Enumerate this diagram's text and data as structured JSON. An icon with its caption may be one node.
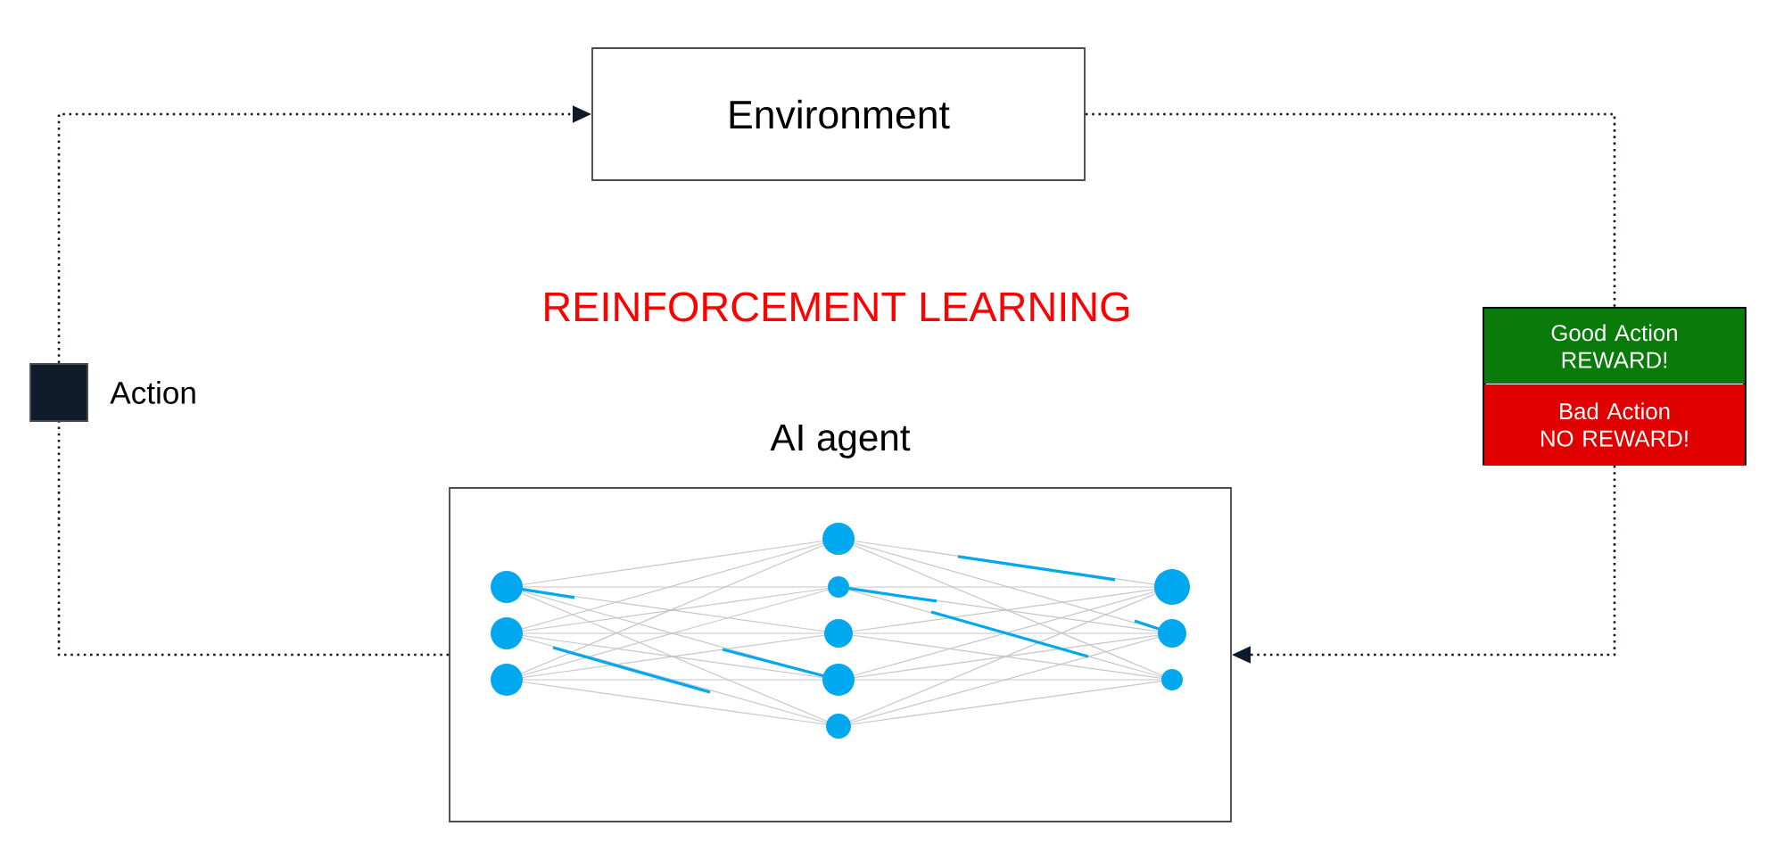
{
  "diagram": {
    "title": "REINFORCEMENT LEARNING",
    "nodes": [
      {
        "text": [
          "Environment"
        ]
      },
      {
        "text": [
          "AI agent"
        ]
      },
      {
        "text": [
          "Good Action REWARD!"
        ]
      },
      {
        "text": [
          "Bad Action NO REWARD!"
        ]
      },
      {
        "text": [],
        "shape": "box",
        "beside": [
          "Action"
        ]
      }
    ],
    "edges": [
      {
        "from": 1,
        "to": 4,
        "arrow": "none"
      },
      {
        "from": 4,
        "to": 0,
        "arrow": "to"
      },
      {
        "from": 0,
        "to": 2,
        "arrow": "none"
      },
      {
        "from": 3,
        "to": 1,
        "arrow": "to"
      }
    ]
  }
}
